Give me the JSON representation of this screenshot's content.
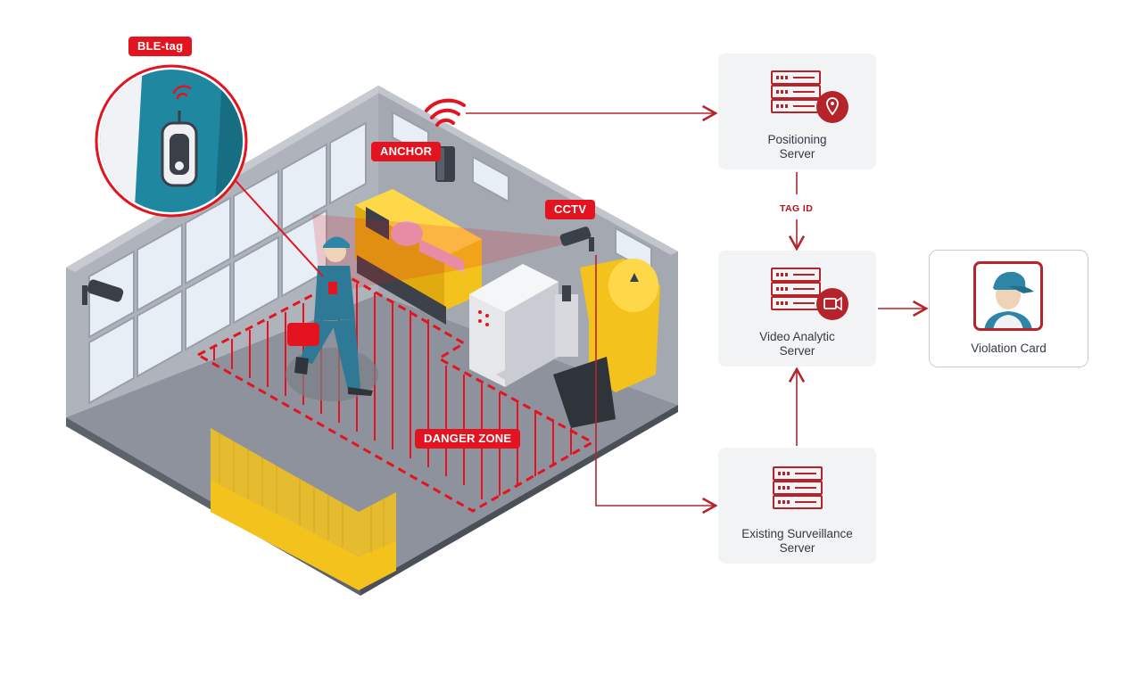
{
  "labels": {
    "ble_tag": "BLE-tag",
    "anchor": "ANCHOR",
    "cctv": "CCTV",
    "danger_zone": "DANGER ZONE",
    "tag_id": "TAG ID"
  },
  "servers": {
    "positioning": {
      "line1": "Positioning",
      "line2": "Server",
      "icon": "location-pin-icon"
    },
    "video_analytic": {
      "line1": "Video Analytic",
      "line2": "Server",
      "icon": "video-camera-icon"
    },
    "surveillance": {
      "line1": "Existing Surveillance",
      "line2": "Server",
      "icon": "server-rack-icon"
    }
  },
  "violation_card": {
    "label": "Violation Card",
    "icon": "worker-avatar-icon"
  },
  "colors": {
    "accent": "#e3141f",
    "arrow": "#b5232b",
    "card_bg": "#f2f3f5",
    "wall": "#9ea3ad",
    "floor": "#8d929c",
    "machine_yellow": "#f4c21c"
  }
}
